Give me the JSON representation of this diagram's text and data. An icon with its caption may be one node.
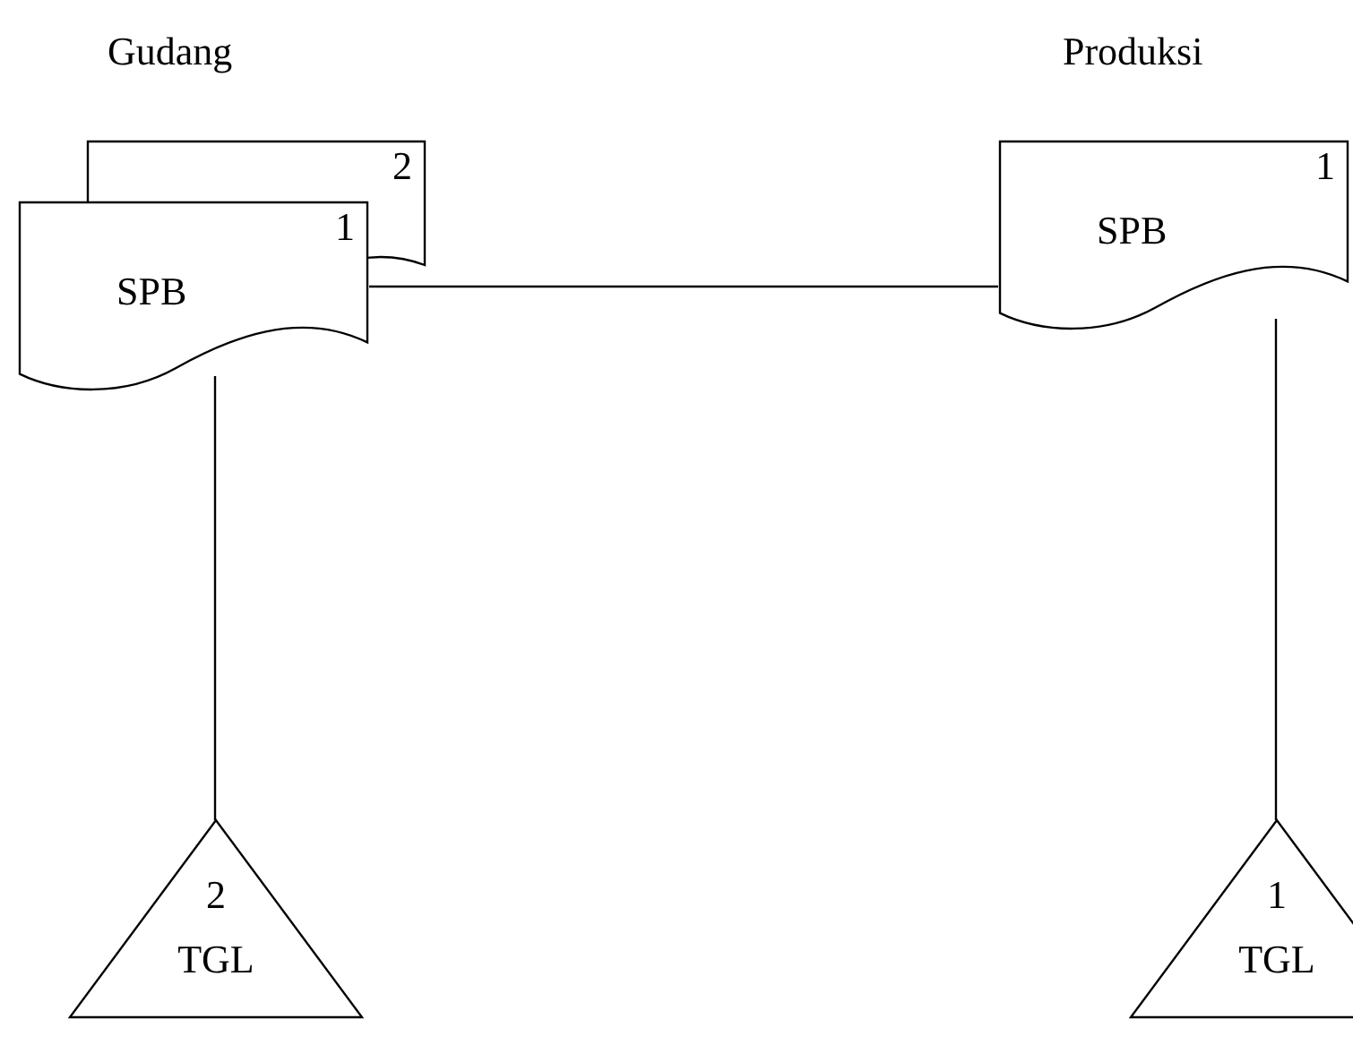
{
  "diagram": {
    "nodes": [
      {
        "text": [
          "2"
        ]
      },
      {
        "text": [
          "1",
          "SPB"
        ]
      },
      {
        "text": [
          "1",
          "SPB"
        ]
      },
      {
        "text": [
          "2",
          "TGL"
        ]
      },
      {
        "text": [
          "1",
          "TGL"
        ]
      }
    ],
    "edges": [
      {
        "from": 1,
        "to": 2,
        "arrow": "none"
      },
      {
        "from": 1,
        "to": 3,
        "arrow": "none"
      },
      {
        "from": 2,
        "to": 4,
        "arrow": "none"
      }
    ],
    "labels": [
      "Gudang",
      "Produksi"
    ]
  }
}
